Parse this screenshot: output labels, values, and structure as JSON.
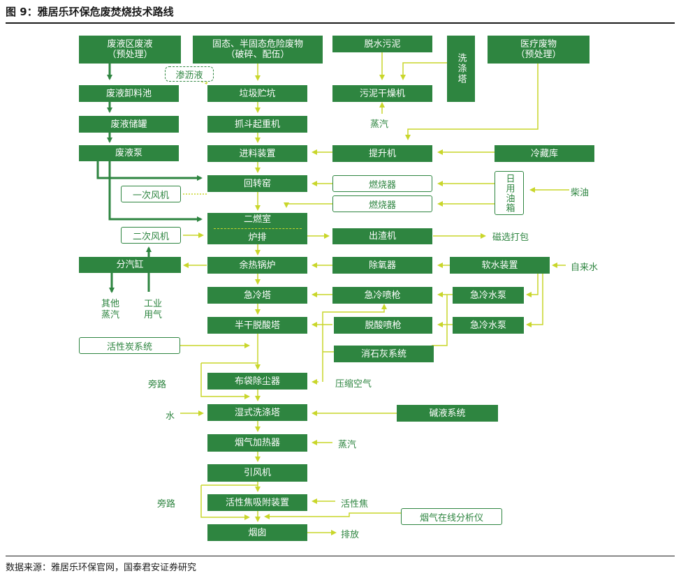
{
  "title": "图 9：雅居乐环保危废焚烧技术路线",
  "source": "数据来源：雅居乐环保官网，国泰君安证券研究",
  "nodes": {
    "waste_liquid_area": [
      "废液区废液",
      "（预处理）"
    ],
    "waste_liquid_pool": "废液卸料池",
    "waste_liquid_tank": "废液储罐",
    "waste_liquid_pump": "废液泵",
    "solid_waste": [
      "固态、半固态危险废物",
      "（破碎、配伍）"
    ],
    "leachate": "渗沥液",
    "garbage_pit": "垃圾贮坑",
    "grab_crane": "抓斗起重机",
    "feeding_device": "进料装置",
    "rotary_kiln": "回转窑",
    "secondary_chamber": "二燃室",
    "grate": "炉排",
    "waste_heat_boiler": "余热锅炉",
    "quench_tower": "急冷塔",
    "semi_dry_tower": "半干脱酸塔",
    "bag_filter": "布袋除尘器",
    "wet_scrubber": "湿式洗涤塔",
    "flue_heater": "烟气加热器",
    "induced_fan": "引风机",
    "activated_coke_device": "活性焦吸附装置",
    "chimney": "烟囱",
    "dewatered_sludge": "脱水污泥",
    "sludge_dryer": "污泥干燥机",
    "washing_tower": "洗涤塔",
    "medical_waste": [
      "医疗废物",
      "（预处理）"
    ],
    "elevator": "提升机",
    "cold_storage": "冷藏库",
    "burner_1": "燃烧器",
    "burner_2": "燃烧器",
    "daily_oil_tank": "日用油箱",
    "diesel": "柴油",
    "slag_out": "出渣机",
    "magnetic_pack": "磁选打包",
    "deaerator": "除氧器",
    "soft_water": "软水装置",
    "tap_water": "自来水",
    "quench_gun": "急冷喷枪",
    "quench_pump_1": "急冷水泵",
    "deacid_gun": "脱酸喷枪",
    "quench_pump_2": "急冷水泵",
    "lime_system": "消石灰系统",
    "compressed_air": "压缩空气",
    "alkali_system": "碱液系统",
    "primary_fan": "一次风机",
    "secondary_fan": "二次风机",
    "steam_header": "分汽缸",
    "other_steam": [
      "其他",
      "蒸汽"
    ],
    "industrial_gas": [
      "工业",
      "用气"
    ],
    "activated_carbon": "活性炭系统",
    "steam_1": "蒸汽",
    "steam_2": "蒸汽",
    "bypass_1": "旁路",
    "bypass_2": "旁路",
    "water": "水",
    "activated_coke": "活性焦",
    "online_analyzer": "烟气在线分析仪",
    "discharge": "排放"
  },
  "colors": {
    "green": "#2e8540",
    "yellow": "#c9d62a"
  }
}
